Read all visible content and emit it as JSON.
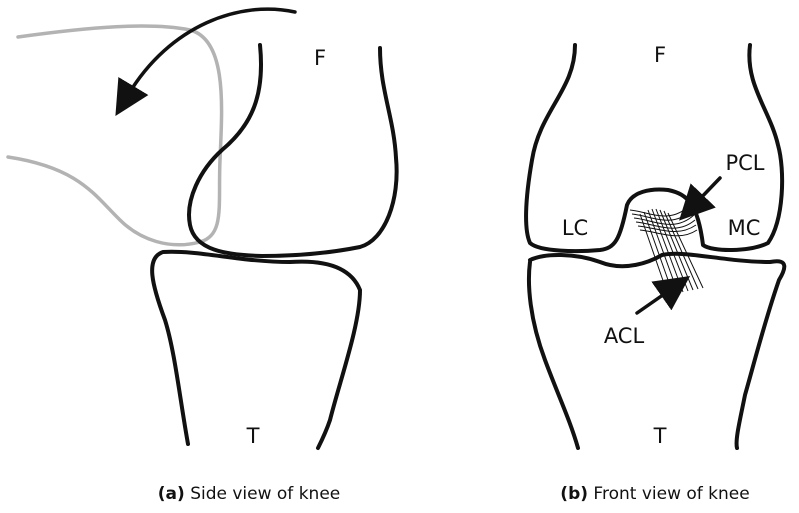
{
  "panels": {
    "side": {
      "caption_letter": "(a)",
      "caption_text": "Side view of knee",
      "labels": {
        "femur": "F",
        "tibia": "T"
      }
    },
    "front": {
      "caption_letter": "(b)",
      "caption_text": "Front view of knee",
      "labels": {
        "femur": "F",
        "tibia": "T",
        "lateral_condyle": "LC",
        "medial_condyle": "MC",
        "posterior_cruciate": "PCL",
        "anterior_cruciate": "ACL"
      }
    }
  },
  "colors": {
    "bone_outline": "#111111",
    "ghost_outline": "#b3b3b3"
  }
}
